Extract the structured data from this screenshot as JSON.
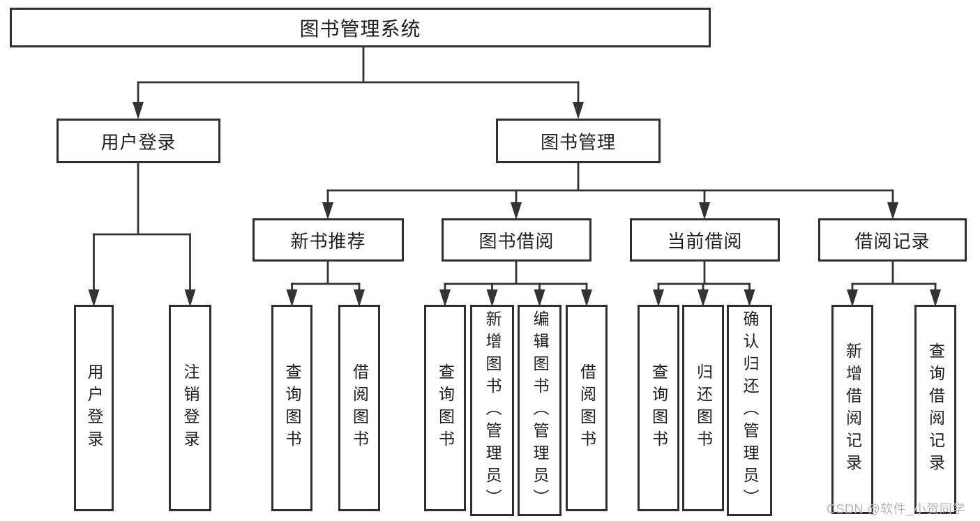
{
  "diagram": {
    "root": {
      "label": "图书管理系统"
    },
    "l2": [
      {
        "label": "用户登录"
      },
      {
        "label": "图书管理"
      }
    ],
    "l3": [
      {
        "label": "新书推荐"
      },
      {
        "label": "图书借阅"
      },
      {
        "label": "当前借阅"
      },
      {
        "label": "借阅记录"
      }
    ],
    "leaves": {
      "user_login": [
        "用户登录",
        "注销登录"
      ],
      "new_book": [
        "查询图书",
        "借阅图书"
      ],
      "book_borrow": [
        "查询图书",
        "新增图书（管理员）",
        "编辑图书（管理员）",
        "借阅图书"
      ],
      "current_borrow": [
        "查询图书",
        "归还图书",
        "确认归还（管理员）"
      ],
      "borrow_records": [
        "新增借阅记录",
        "查询借阅记录"
      ]
    }
  },
  "watermark": {
    "text": "CSDN @软件_小贺同学"
  },
  "colors": {
    "line": "#333333",
    "box_border": "#2f2f2f",
    "text": "#1e1e1e",
    "watermark": "#b6b6b6",
    "background": "#ffffff"
  }
}
